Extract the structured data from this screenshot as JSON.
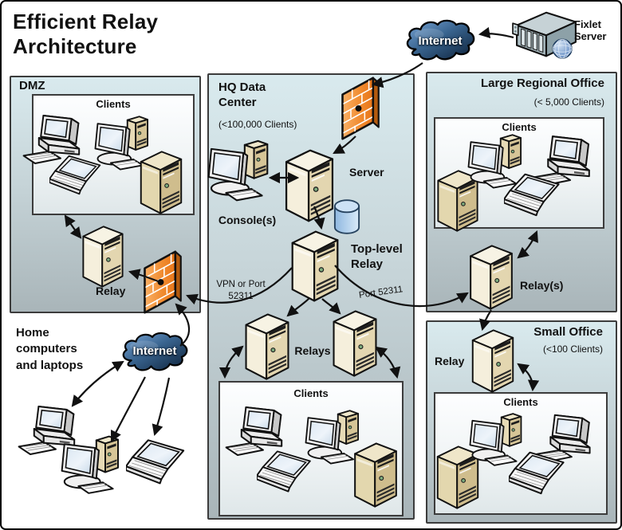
{
  "title": "Efficient Relay\nArchitecture",
  "external": {
    "fixlet_server_label": "Fixlet\nServer",
    "internet_top_label": "Internet"
  },
  "dmz": {
    "title": "DMZ",
    "clients_label": "Clients",
    "relay_label": "Relay"
  },
  "hq": {
    "title": "HQ Data\nCenter",
    "subtitle": "(<100,000 Clients)",
    "console_label": "Console(s)",
    "server_label": "Server",
    "top_relay_label": "Top-level\nRelay",
    "relays_label": "Relays",
    "clients_label": "Clients"
  },
  "lro": {
    "title": "Large Regional Office",
    "subtitle": "(< 5,000 Clients)",
    "clients_label": "Clients",
    "relay_label": "Relay(s)"
  },
  "small_office": {
    "title": "Small Office",
    "subtitle": "(<100 Clients)",
    "relay_label": "Relay",
    "clients_label": "Clients"
  },
  "home": {
    "label": "Home\ncomputers\nand laptops",
    "internet_label": "Internet"
  },
  "links": {
    "vpn_label": "VPN or Port\n52311",
    "port_label": "Port 52311"
  },
  "colors": {
    "firewall_orange": "#ee7d22",
    "cloud_blue": "#16324f",
    "box_top": "#d9eaee",
    "box_bottom": "#a9b5b9",
    "tower_beige": "#f5efdc"
  }
}
